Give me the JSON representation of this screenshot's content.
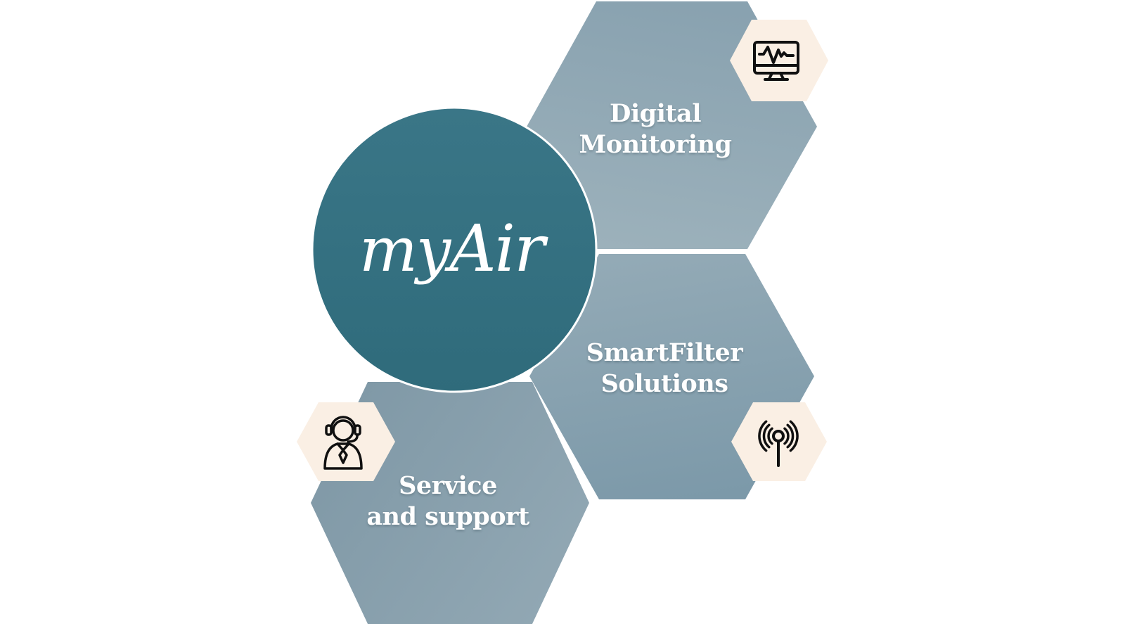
{
  "diagram_title": "myAir ecosystem hexagon diagram",
  "brand": {
    "script_part": "my",
    "serif_part": "Air"
  },
  "nodes": [
    {
      "id": "digital-monitoring",
      "line1": "Digital",
      "line2": "Monitoring",
      "icon": "monitor-waveform-icon"
    },
    {
      "id": "smartfilter-solutions",
      "line1": "SmartFilter",
      "line2": "Solutions",
      "icon": "antenna-signal-icon"
    },
    {
      "id": "service-and-support",
      "line1": "Service",
      "line2": "and support",
      "icon": "support-agent-headset-icon"
    }
  ],
  "colors": {
    "circle-top": "#3a7687",
    "circle-bottom": "#2f6b7b",
    "hex-dm-1": "#89a2b0",
    "hex-dm-2": "#9cb1bb",
    "hex-sf-1": "#93aab6",
    "hex-sf-2": "#7c99a9",
    "hex-sv-1": "#7f98a6",
    "hex-sv-2": "#92a8b4",
    "cream": "#faefe4",
    "ink": "#101010",
    "text": "#ffffff"
  }
}
